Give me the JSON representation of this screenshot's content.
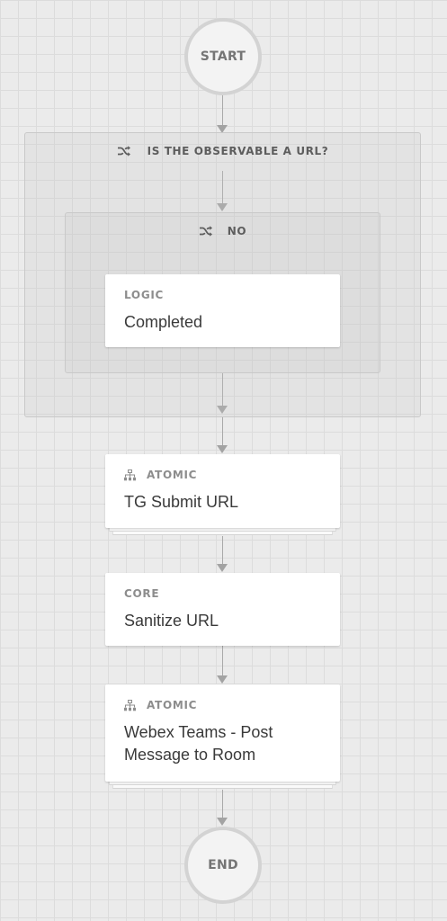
{
  "start": {
    "label": "START"
  },
  "end": {
    "label": "END"
  },
  "groups": {
    "outer": {
      "label": "IS THE OBSERVABLE A URL?",
      "icon": "shuffle-icon"
    },
    "inner": {
      "label": "NO",
      "icon": "shuffle-icon"
    }
  },
  "cards": [
    {
      "category": "LOGIC",
      "title": "Completed",
      "icon": null,
      "stacked": false
    },
    {
      "category": "ATOMIC",
      "title": "TG Submit URL",
      "icon": "sitemap-icon",
      "stacked": true
    },
    {
      "category": "CORE",
      "title": "Sanitize URL",
      "icon": null,
      "stacked": false
    },
    {
      "category": "ATOMIC",
      "title": "Webex Teams - Post Message to Room",
      "icon": "sitemap-icon",
      "stacked": true
    }
  ],
  "colors": {
    "background": "#ebebeb",
    "connector": "#a9a9a9",
    "card": "#ffffff",
    "node_border": "#d3d3d3"
  }
}
